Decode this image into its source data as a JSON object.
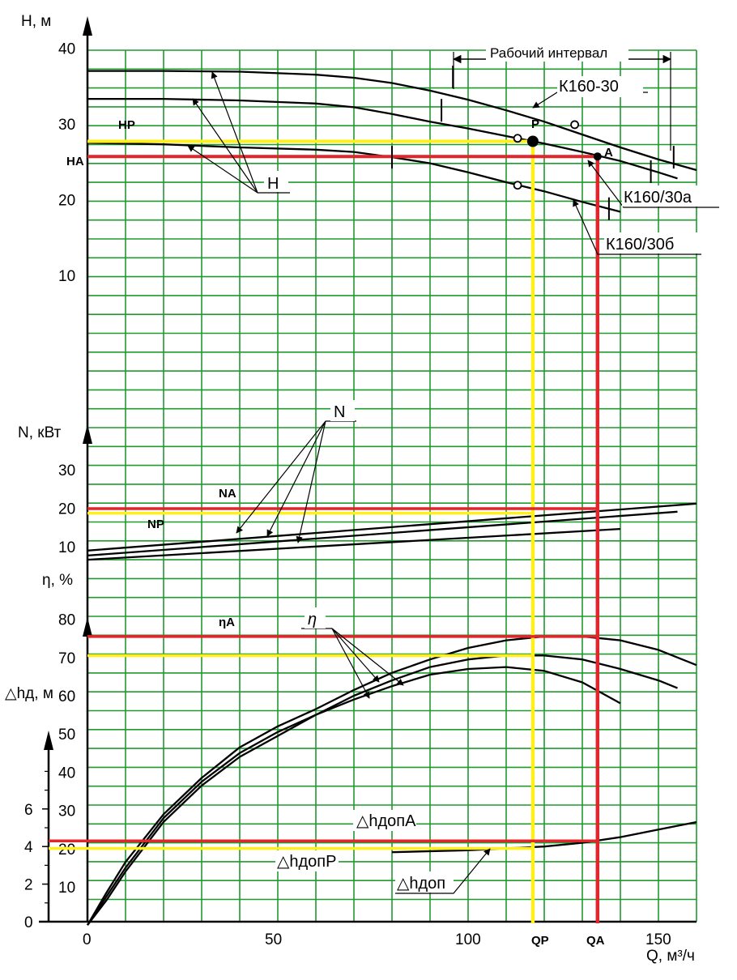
{
  "chart_data": {
    "type": "line",
    "title": "",
    "colors": {
      "grid": "#1f9a2e",
      "curve": "#000000",
      "marker_a": "#e0262b",
      "marker_p": "#ffef1a"
    },
    "x_axis": {
      "label": "Q, м³/ч",
      "range": [
        0,
        160
      ],
      "ticks": [
        0,
        50,
        100,
        150
      ],
      "tick_labels": [
        "0",
        "50",
        "100",
        "150"
      ]
    },
    "head": {
      "label": "H, м",
      "range": [
        0,
        40
      ],
      "ticks": [
        10,
        20,
        30,
        40
      ],
      "tick_labels": [
        "10",
        "20",
        "30",
        "40"
      ],
      "series": [
        {
          "name": "К160-30",
          "x": [
            0,
            20,
            40,
            60,
            70,
            80,
            90,
            100,
            110,
            120,
            130,
            140,
            150,
            160
          ],
          "y": [
            37,
            37,
            36.9,
            36.5,
            36.1,
            35.4,
            34.4,
            33.2,
            31.8,
            30.3,
            28.6,
            26.9,
            25.3,
            23.9
          ]
        },
        {
          "name": "К160/30а",
          "x": [
            0,
            20,
            40,
            60,
            70,
            80,
            90,
            100,
            110,
            120,
            130,
            140,
            150,
            155
          ],
          "y": [
            33.3,
            33.3,
            33.1,
            32.7,
            32.2,
            31.3,
            30.3,
            29.4,
            28.4,
            27.4,
            26.3,
            25.1,
            23.6,
            22.8
          ]
        },
        {
          "name": "К160/30б",
          "x": [
            0,
            20,
            40,
            60,
            70,
            80,
            90,
            100,
            110,
            120,
            130,
            140
          ],
          "y": [
            27.5,
            27.3,
            26.9,
            26.6,
            26.3,
            25.6,
            24.8,
            23.6,
            22.3,
            21.1,
            19.7,
            18.4
          ]
        }
      ],
      "work_ticks": [
        {
          "x": 96,
          "y": 36.2
        },
        {
          "x": 93,
          "y": 31.8
        },
        {
          "x": 80,
          "y": 25.6
        },
        {
          "x": 154,
          "y": 25.6
        },
        {
          "x": 148,
          "y": 23.7
        },
        {
          "x": 137,
          "y": 18.8
        }
      ],
      "open_markers": [
        {
          "x": 128,
          "y": 29.9
        },
        {
          "x": 113,
          "y": 28.1
        },
        {
          "x": 113,
          "y": 21.9
        }
      ],
      "working_interval": {
        "label": "Рабочий интервал",
        "from": 96,
        "to": 154
      },
      "curve_labels": [
        "К160-30",
        "К160/30а",
        "К160/30б"
      ],
      "group_label": "H"
    },
    "power": {
      "label": "N, кВт",
      "range": [
        0,
        40
      ],
      "ticks": [
        10,
        20,
        30
      ],
      "tick_labels": [
        "10",
        "20",
        "30"
      ],
      "series": [
        {
          "name": "К160-30",
          "x": [
            0,
            160
          ],
          "y": [
            9.0,
            21.2
          ]
        },
        {
          "name": "К160/30а",
          "x": [
            0,
            155
          ],
          "y": [
            7.7,
            19.1
          ]
        },
        {
          "name": "К160/30б",
          "x": [
            0,
            140
          ],
          "y": [
            6.6,
            14.6
          ]
        }
      ],
      "group_label": "N"
    },
    "efficiency": {
      "label": "η, %",
      "range": [
        0,
        80
      ],
      "ticks": [
        10,
        20,
        30,
        40,
        50,
        60,
        70,
        80
      ],
      "tick_labels": [
        "10",
        "20",
        "30",
        "40",
        "50",
        "60",
        "70",
        "80"
      ],
      "series": [
        {
          "name": "К160-30",
          "x": [
            0,
            5,
            10,
            20,
            30,
            40,
            50,
            60,
            70,
            80,
            90,
            100,
            110,
            120,
            130,
            140,
            150,
            160
          ],
          "y": [
            0,
            8.5,
            16.5,
            29,
            38.5,
            46.5,
            52,
            56.5,
            61.5,
            66,
            69.5,
            72.5,
            74.5,
            75.5,
            75.5,
            74.5,
            72,
            68
          ]
        },
        {
          "name": "К160/30а",
          "x": [
            0,
            5,
            10,
            20,
            30,
            40,
            50,
            60,
            70,
            80,
            90,
            100,
            110,
            120,
            130,
            140,
            150,
            155
          ],
          "y": [
            0,
            7.5,
            15,
            28,
            37.5,
            45,
            50.5,
            55,
            60,
            64,
            67.5,
            69.5,
            70.5,
            70.5,
            69.5,
            67,
            64,
            62
          ]
        },
        {
          "name": "К160/30б",
          "x": [
            0,
            5,
            10,
            20,
            30,
            40,
            50,
            60,
            70,
            80,
            90,
            100,
            110,
            120,
            130,
            140
          ],
          "y": [
            0,
            6.5,
            14,
            27,
            36.5,
            44,
            49.5,
            55,
            59,
            62.5,
            65.5,
            67,
            67.5,
            66.5,
            63.5,
            58
          ]
        }
      ],
      "group_label": "η"
    },
    "npsh": {
      "label": "△hд, м",
      "range": [
        0,
        10
      ],
      "ticks": [
        0,
        2,
        4,
        6
      ],
      "tick_labels": [
        "0",
        "2",
        "4",
        "6"
      ],
      "series": [
        {
          "name": "△hдоп",
          "x": [
            80,
            100,
            110,
            120,
            130,
            140,
            150,
            160
          ],
          "y": [
            3.7,
            3.8,
            3.9,
            4.0,
            4.2,
            4.5,
            4.9,
            5.3
          ]
        }
      ],
      "label_text": "△hдоп"
    },
    "point_a": {
      "label": "A",
      "q": 134,
      "h": 25.7,
      "n": 19.9,
      "eta": 75.5,
      "npsh": 4.3,
      "labels": {
        "q": "QA",
        "h": "HA",
        "n": "NA",
        "eta": "ηA",
        "npsh": "△hдопA"
      }
    },
    "point_p": {
      "label": "P",
      "q": 117,
      "h": 27.7,
      "n": 18.7,
      "eta": 70.5,
      "npsh": 3.9,
      "labels": {
        "q": "QP",
        "h": "HP",
        "n": "NP",
        "npsh": "△hдопP"
      }
    }
  }
}
